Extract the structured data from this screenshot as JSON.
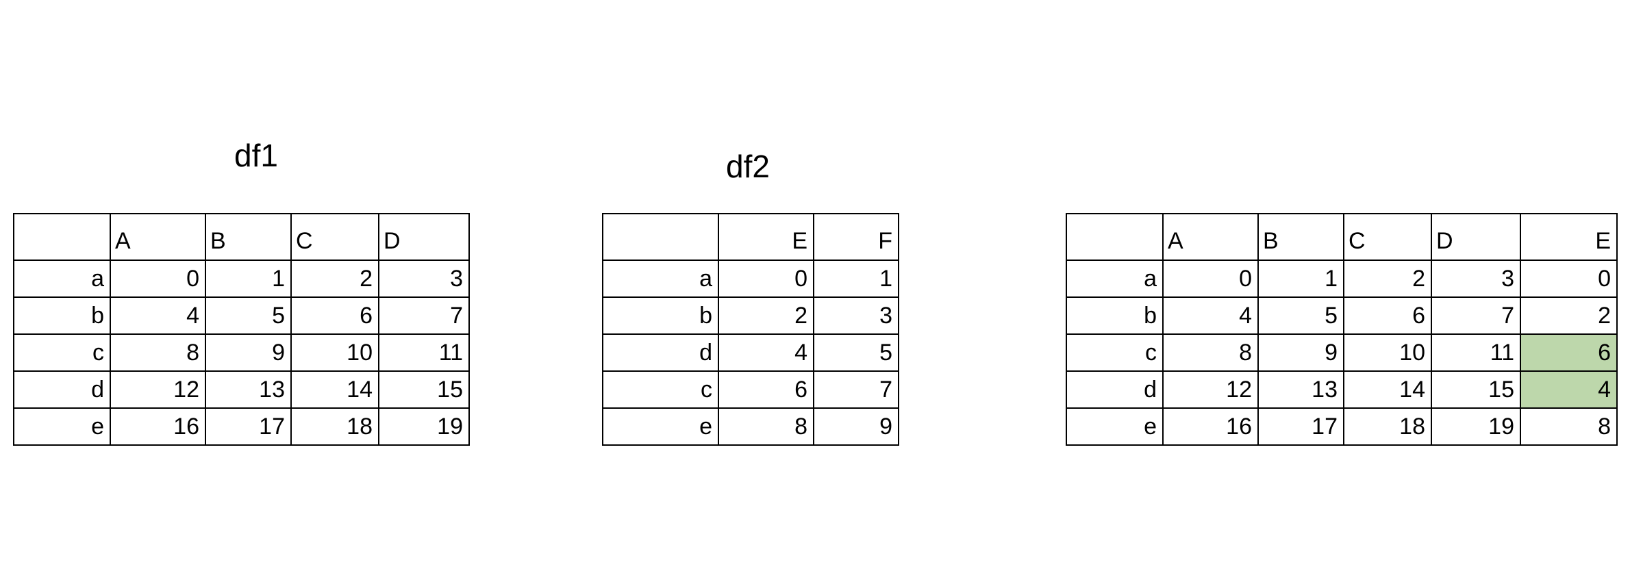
{
  "titles": {
    "df1": "df1",
    "df2": "df2"
  },
  "df1": {
    "columns": [
      "",
      "A",
      "B",
      "C",
      "D"
    ],
    "rows": [
      [
        "a",
        "0",
        "1",
        "2",
        "3"
      ],
      [
        "b",
        "4",
        "5",
        "6",
        "7"
      ],
      [
        "c",
        "8",
        "9",
        "10",
        "11"
      ],
      [
        "d",
        "12",
        "13",
        "14",
        "15"
      ],
      [
        "e",
        "16",
        "17",
        "18",
        "19"
      ]
    ]
  },
  "df2": {
    "columns": [
      "",
      "E",
      "F"
    ],
    "rows": [
      [
        "a",
        "0",
        "1"
      ],
      [
        "b",
        "2",
        "3"
      ],
      [
        "d",
        "4",
        "5"
      ],
      [
        "c",
        "6",
        "7"
      ],
      [
        "e",
        "8",
        "9"
      ]
    ]
  },
  "result": {
    "columns": [
      "",
      "A",
      "B",
      "C",
      "D",
      "E"
    ],
    "rows": [
      [
        "a",
        "0",
        "1",
        "2",
        "3",
        "0"
      ],
      [
        "b",
        "4",
        "5",
        "6",
        "7",
        "2"
      ],
      [
        "c",
        "8",
        "9",
        "10",
        "11",
        "6"
      ],
      [
        "d",
        "12",
        "13",
        "14",
        "15",
        "4"
      ],
      [
        "e",
        "16",
        "17",
        "18",
        "19",
        "8"
      ]
    ],
    "highlight_color": "#bdd7ab",
    "highlighted_cells": [
      "c/E",
      "d/E"
    ]
  }
}
